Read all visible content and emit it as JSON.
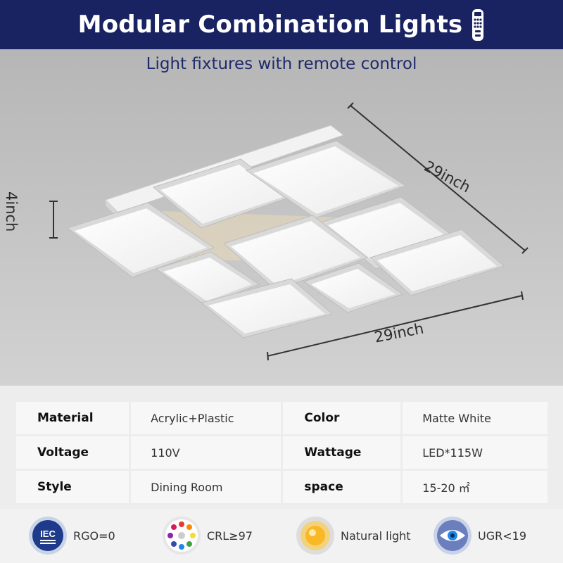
{
  "header": {
    "title": "Modular Combination Lights",
    "subtitle": "Light fixtures with remote control"
  },
  "dimensions": {
    "depth": "29inch",
    "width": "29inch",
    "height": "4inch"
  },
  "specs": {
    "rows": [
      {
        "label1": "Material",
        "value1": "Acrylic+Plastic",
        "label2": "Color",
        "value2": "Matte White"
      },
      {
        "label1": "Voltage",
        "value1": "110V",
        "label2": "Wattage",
        "value2": "LED*115W"
      },
      {
        "label1": "Style",
        "value1": "Dining Room",
        "label2": "space",
        "value2": "15-20 ㎡"
      }
    ]
  },
  "features": [
    {
      "icon": "iec-icon",
      "icon_text": "IEC",
      "label": "RGO=0"
    },
    {
      "icon": "color-wheel-icon",
      "label": "CRL≥97"
    },
    {
      "icon": "natural-light-icon",
      "label": "Natural light"
    },
    {
      "icon": "eye-icon",
      "label": "UGR<19"
    }
  ],
  "colors": {
    "banner": "#1a2362",
    "subtitle": "#1f2a6b",
    "backdrop": "#bcbcbc",
    "fixture_frame": "#d8d8d8",
    "fixture_panel": "#f6f6f6"
  }
}
